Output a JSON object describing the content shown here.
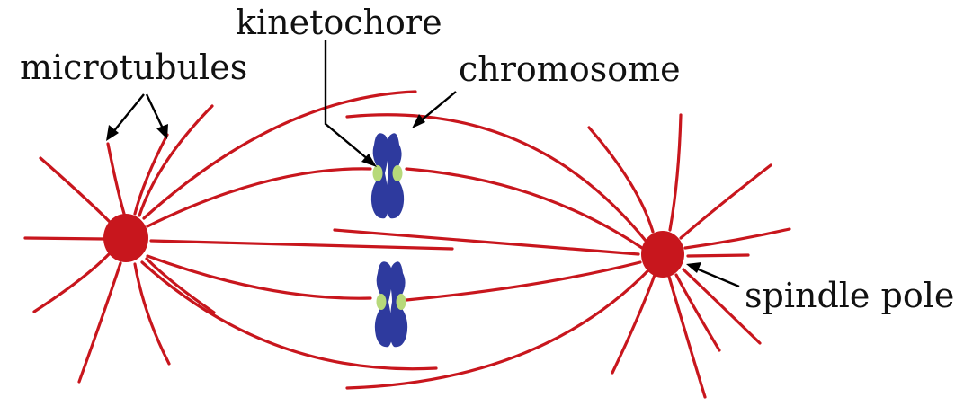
{
  "labels": {
    "microtubules": "microtubules",
    "kinetochore": "kinetochore",
    "chromosome": "chromosome",
    "spindle_pole": "spindle pole"
  },
  "colors": {
    "microtubule": "#c8161d",
    "spindle_pole": "#c8161d",
    "chromosome": "#2e3a9e",
    "kinetochore": "#b7d97a",
    "text": "#111111"
  }
}
